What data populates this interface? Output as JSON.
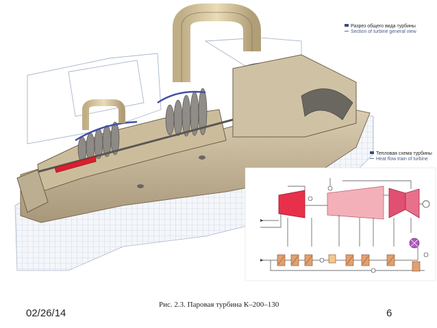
{
  "legend": {
    "section_ru": "Разрез общего вида турбины",
    "section_en": "Section of turbine general view",
    "heat_ru": "Тепловая схема турбины",
    "heat_en": "Heat flow train of turbine",
    "marker_color": "#3a4a7a"
  },
  "caption": "Рис. 2.3. Паровая турбина К–200–130",
  "footer": {
    "date": "02/26/14",
    "page": "6"
  },
  "colors": {
    "hp_turbine": "#e8304a",
    "ip_turbine": "#f0a0a8",
    "lp_turbine": "#e05070",
    "heater": "#e0a070",
    "casing": "#c8b89a",
    "steam_pipe": "#d8c8a0"
  }
}
